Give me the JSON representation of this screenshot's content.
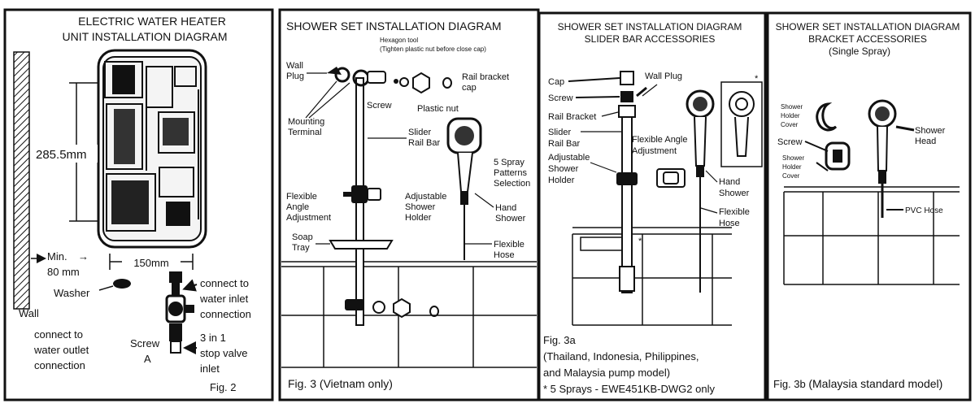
{
  "fig2": {
    "title1": "ELECTRIC WATER HEATER",
    "title2": "UNIT INSTALLATION DIAGRAM",
    "height_dim": "285.5mm",
    "width_dim": "150mm",
    "min_line1": "Min.",
    "min_line2": "80 mm",
    "washer": "Washer",
    "wall": "Wall",
    "outlet_l1": "connect to",
    "outlet_l2": "water outlet",
    "outlet_l3": "connection",
    "inlet_l1": "connect to",
    "inlet_l2": "water inlet",
    "inlet_l3": "connection",
    "screw_l1": "Screw",
    "screw_l2": "A",
    "valve_l1": "3 in 1",
    "valve_l2": "stop valve",
    "valve_l3": "inlet",
    "caption": "Fig. 2"
  },
  "fig3": {
    "title": "SHOWER SET INSTALLATION DIAGRAM",
    "hex_l1": "Hexagon tool",
    "hex_l2": "(Tighten plastic nut before close cap)",
    "wall_plug_l1": "Wall",
    "wall_plug_l2": "Plug",
    "rail_cap_l1": "Rail bracket",
    "rail_cap_l2": "cap",
    "screw": "Screw",
    "plastic_nut": "Plastic nut",
    "mount_l1": "Mounting",
    "mount_l2": "Terminal",
    "slider_l1": "Slider",
    "slider_l2": "Rail Bar",
    "spray_l1": "5 Spray",
    "spray_l2": "Patterns",
    "spray_l3": "Selection",
    "flex_l1": "Flexible",
    "flex_l2": "Angle",
    "flex_l3": "Adjustment",
    "adj_l1": "Adjustable",
    "adj_l2": "Shower",
    "adj_l3": "Holder",
    "hand_l1": "Hand",
    "hand_l2": "Shower",
    "soap_l1": "Soap",
    "soap_l2": "Tray",
    "hose_l1": "Flexible",
    "hose_l2": "Hose",
    "caption": "Fig. 3 (Vietnam only)"
  },
  "fig3a": {
    "title1": "SHOWER SET INSTALLATION DIAGRAM",
    "title2": "SLIDER BAR ACCESSORIES",
    "cap": "Cap",
    "wall_plug": "Wall Plug",
    "screw": "Screw",
    "rail_bracket": "Rail Bracket",
    "slider_l1": "Slider",
    "slider_l2": "Rail Bar",
    "flex_l1": "Flexible Angle",
    "flex_l2": "Adjustment",
    "adj_l1": "Adjustable",
    "adj_l2": "Shower",
    "adj_l3": "Holder",
    "hand_l1": "Hand",
    "hand_l2": "Shower",
    "hose_l1": "Flexible",
    "hose_l2": "Hose",
    "star": "*",
    "cap_l1": "Fig. 3a",
    "cap_l2": "(Thailand, Indonesia, Philippines,",
    "cap_l3": "and Malaysia pump model)",
    "cap_l4": "* 5 Sprays - EWE451KB-DWG2 only"
  },
  "fig3b": {
    "title1": "SHOWER SET INSTALLATION DIAGRAM",
    "title2": "BRACKET ACCESSORIES",
    "title3": "(Single Spray)",
    "holder_cover_l1": "Shower",
    "holder_cover_l2": "Holder",
    "holder_cover_l3": "Cover",
    "screw": "Screw",
    "holder_l1": "Shower",
    "holder_l2": "Holder",
    "holder_l3": "Cover",
    "head_l1": "Shower",
    "head_l2": "Head",
    "pvc": "PVC Hose",
    "caption_prefix": "Fig. 3b ",
    "caption_main": "(Malaysia standard model)"
  }
}
